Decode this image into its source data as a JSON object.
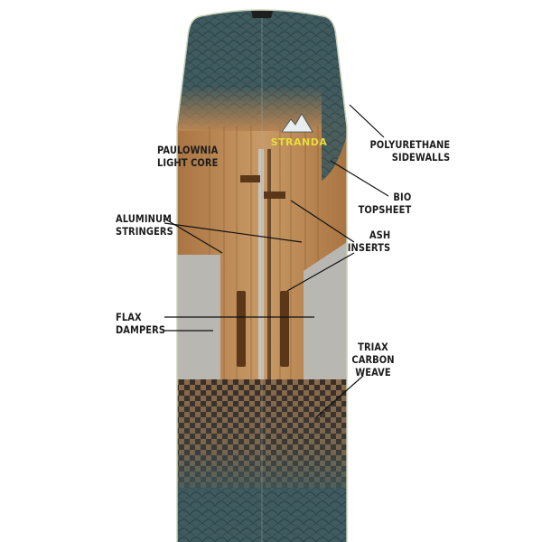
{
  "brand": {
    "logo_text": "STRANDA",
    "logo_color": "#e6de3a"
  },
  "colors": {
    "teal_shell": "#3e5a5e",
    "wood": "#b98552",
    "flax": "#b9b7b1",
    "carbon": "#2c2622",
    "leader_line": "#111111"
  },
  "labels": {
    "paulownia": {
      "line1": "PAULOWNIA",
      "line2": "LIGHT CORE"
    },
    "polyurethane": {
      "line1": "POLYURETHANE",
      "line2": "SIDEWALLS"
    },
    "bio_topsheet": {
      "line1": "BIO",
      "line2": "TOPSHEET"
    },
    "aluminum": {
      "line1": "ALUMINUM",
      "line2": "STRINGERS"
    },
    "ash": {
      "line1": "ASH",
      "line2": "INSERTS"
    },
    "flax": {
      "line1": "FLAX",
      "line2": "DAMPERS"
    },
    "triax": {
      "line1": "TRIAX",
      "line2": "CARBON",
      "line3": "WEAVE"
    }
  }
}
